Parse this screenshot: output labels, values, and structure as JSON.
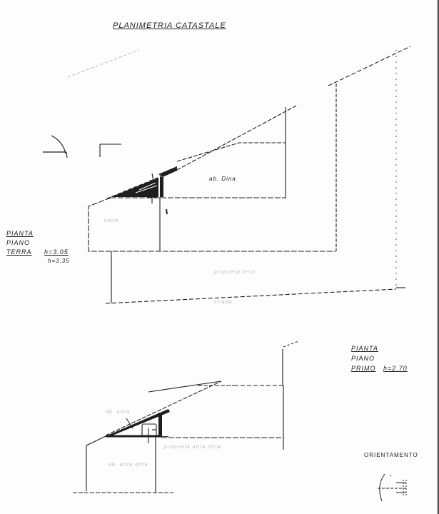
{
  "document": {
    "title": "PLANIMETRIA CATASTALE",
    "ground_floor": {
      "label_line1": "PIANTA",
      "label_line2": "PIANO",
      "label_line3": "TERRA",
      "height_1": "h=3.05",
      "height_2": "h=3.35",
      "room_label": "ab. Dina",
      "faint_labels": [
        "corte",
        "proprietà terzi",
        "strada"
      ]
    },
    "first_floor": {
      "label_line1": "PIANTA",
      "label_line2": "PIANO",
      "label_line3": "PRIMO",
      "height": "h=2.70",
      "faint_labels": [
        "ab. altra",
        "proprietà altra ditta",
        "ab. altra ditta"
      ]
    },
    "orientation": {
      "label": "ORIENTAMENTO",
      "icon": "north-arrow-icon"
    },
    "colors": {
      "ink": "#1e1e1e",
      "faint_ink": "#b8b8b8",
      "paper": "#fdfdfd"
    }
  }
}
